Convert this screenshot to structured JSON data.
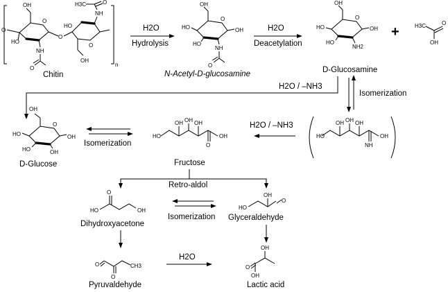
{
  "compounds": {
    "chitin": "Chitin",
    "nag": "N-Acetyl-D-glucosamine",
    "glucosamine": "D-Glucosamine",
    "glucose": "D-Glucose",
    "fructose": "Fructose",
    "dha": "Dihydroxyacetone",
    "glyceraldehyde": "Glyceraldehyde",
    "pyruvaldehyde": "Pyruvaldehyde",
    "lactic_acid": "Lactic acid"
  },
  "reactions": {
    "hydrolysis_reagent": "H2O",
    "hydrolysis": "Hydrolysis",
    "deacetylation_reagent": "H2O",
    "deacetylation": "Deacetylation",
    "glucosamine_to_glucose": "H2O / –NH3",
    "isomerization_1": "Isomerization",
    "imine_hydrolysis": "H2O / –NH3",
    "isomerization_2": "Isomerization",
    "retro_aldol": "Retro-aldol",
    "isomerization_3": "Isomerization",
    "pyruvaldehyde_to_lactic": "H2O"
  },
  "plus_sign": "+",
  "polymer_subscript": "n",
  "atoms": {
    "oh": "OH",
    "ho": "HO",
    "o": "O",
    "nh": "NH",
    "nh2": "NH2",
    "h3c": "H3C",
    "ch3": "CH3"
  }
}
